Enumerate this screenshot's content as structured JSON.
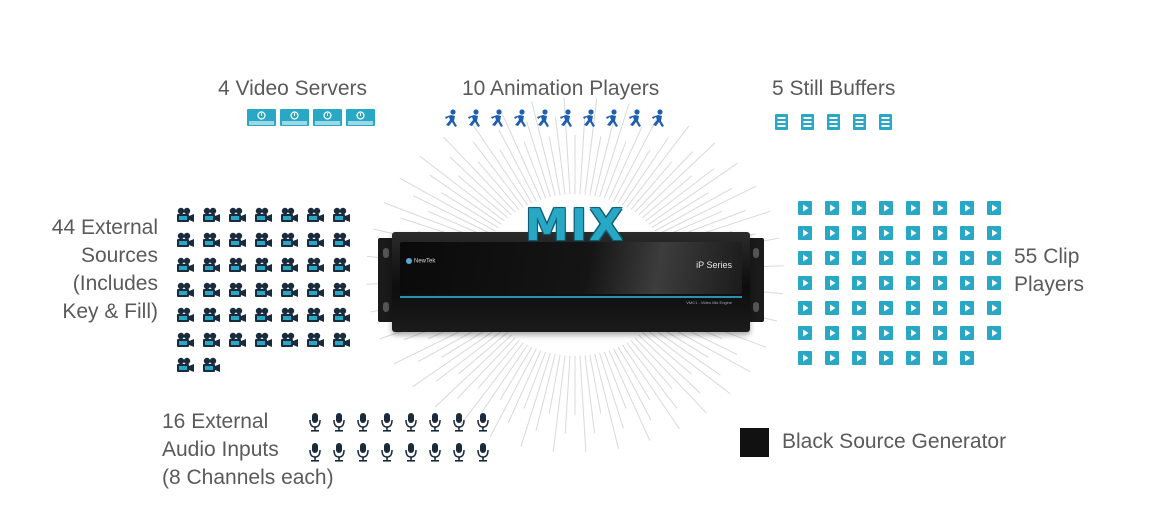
{
  "title": "MIX",
  "device": {
    "brand": "NewTek",
    "series": "iP Series",
    "model_text": "VMC1 - Video Mix Engine"
  },
  "groups": {
    "video_servers": {
      "label_lines": [
        "4 Video Servers"
      ],
      "count": 4,
      "icon": "video-server-icon",
      "color": "#29a8c6"
    },
    "animation_players": {
      "label_lines": [
        "10 Animation Players"
      ],
      "count": 10,
      "icon": "running-figure-icon",
      "color": "#1f5fb0"
    },
    "still_buffers": {
      "label_lines": [
        "5 Still Buffers"
      ],
      "count": 5,
      "icon": "still-buffer-icon",
      "color": "#29a8c6"
    },
    "external_sources": {
      "label_lines": [
        "44 External",
        "Sources",
        "(Includes",
        "Key & Fill)"
      ],
      "count": 44,
      "icon": "camera-icon",
      "color": "#1a2b3c"
    },
    "clip_players": {
      "label_lines": [
        "55 Clip",
        "Players"
      ],
      "count": 55,
      "icon": "play-icon",
      "color": "#29a8c6"
    },
    "audio_inputs": {
      "label_lines": [
        "16 External",
        "Audio Inputs",
        "(8 Channels each)"
      ],
      "count": 16,
      "icon": "microphone-icon",
      "color": "#1a2b3c"
    },
    "black_source": {
      "label_lines": [
        "Black Source Generator"
      ],
      "count": 1,
      "icon": "black-square",
      "color": "#111111"
    }
  }
}
